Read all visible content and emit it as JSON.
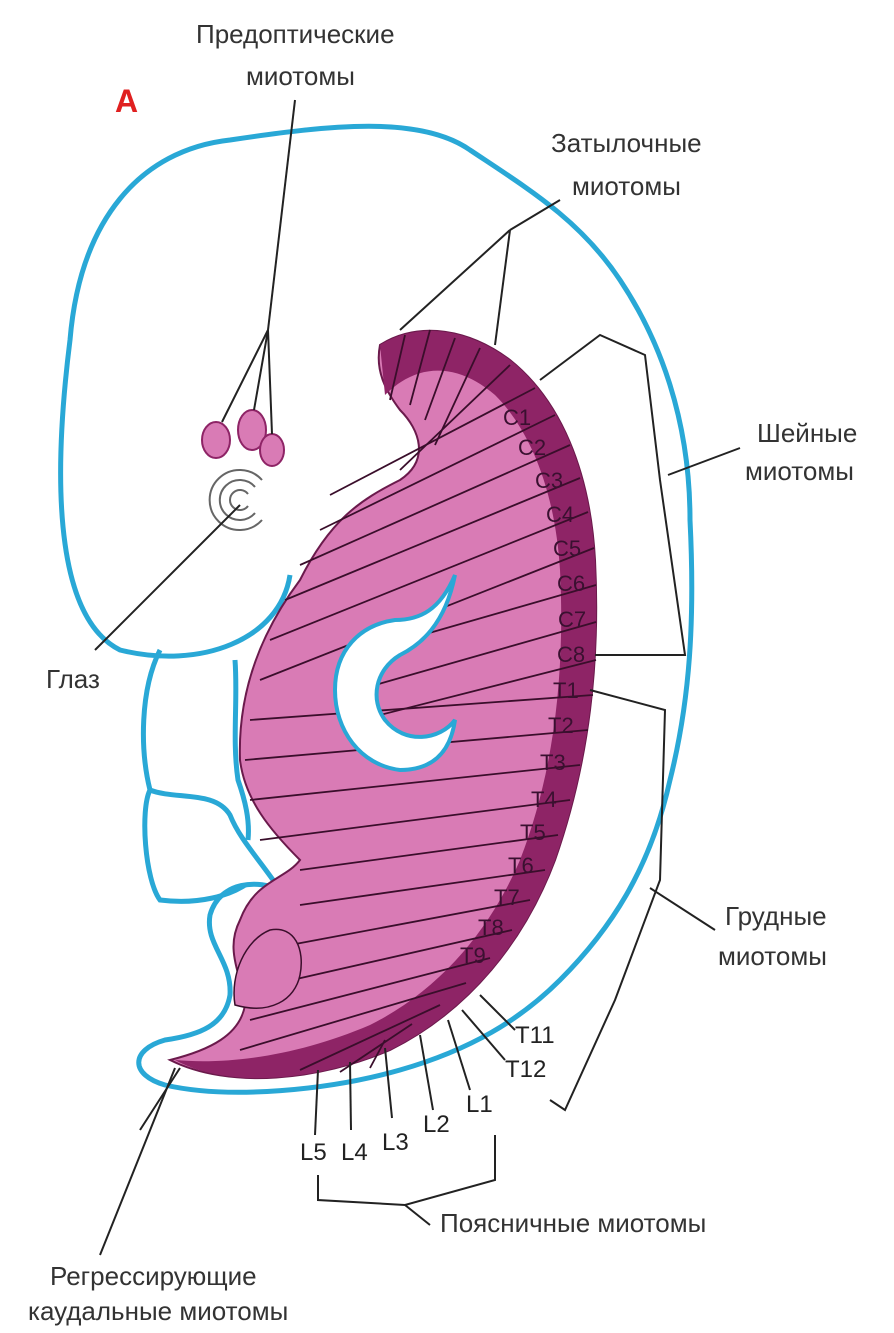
{
  "panel_letter": "A",
  "labels": {
    "preoptic_line1": "Предоптические",
    "preoptic_line2": "миотомы",
    "occipital_line1": "Затылочные",
    "occipital_line2": "миотомы",
    "cervical_line1": "Шейные",
    "cervical_line2": "миотомы",
    "eye": "Глаз",
    "thoracic_line1": "Грудные",
    "thoracic_line2": "миотомы",
    "lumbar": "Поясничные миотомы",
    "caudal_line1": "Регрессирующие",
    "caudal_line2": "каудальные миотомы"
  },
  "segments": {
    "cervical": [
      "C1",
      "C2",
      "C3",
      "C4",
      "C5",
      "C6",
      "C7",
      "C8"
    ],
    "thoracic": [
      "T1",
      "T2",
      "T3",
      "T4",
      "T5",
      "T6",
      "T7",
      "T8",
      "T9"
    ],
    "thoracic_outer": [
      "T11",
      "T12"
    ],
    "lumbar": [
      "L1",
      "L2",
      "L3",
      "L4",
      "L5"
    ]
  },
  "colors": {
    "outline": "#29a8d6",
    "myotome_light": "#d97bb5",
    "myotome_dark": "#8e2466",
    "panel_letter": "#e02020",
    "line": "#222222"
  }
}
